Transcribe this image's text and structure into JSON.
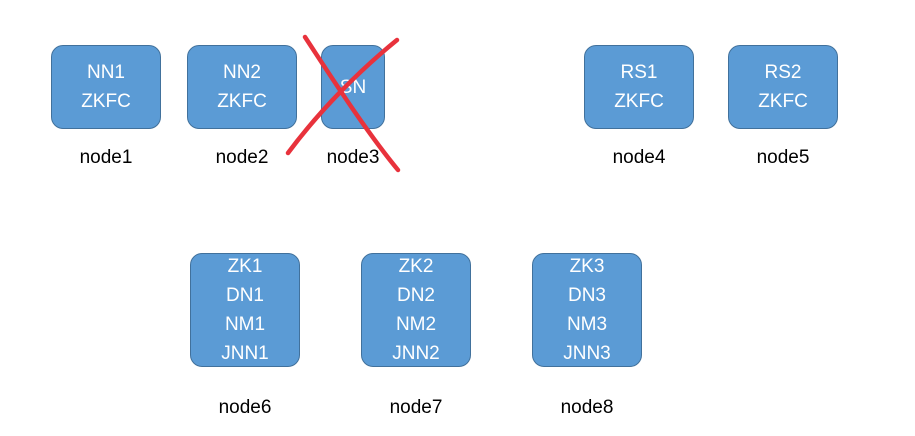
{
  "top_row": [
    {
      "label": "node1",
      "lines": [
        "NN1",
        "ZKFC"
      ]
    },
    {
      "label": "node2",
      "lines": [
        "NN2",
        "ZKFC"
      ]
    },
    {
      "label": "node3",
      "lines": [
        "SN"
      ],
      "crossed_out": true
    },
    {
      "label": "node4",
      "lines": [
        "RS1",
        "ZKFC"
      ]
    },
    {
      "label": "node5",
      "lines": [
        "RS2",
        "ZKFC"
      ]
    }
  ],
  "bottom_row": [
    {
      "label": "node6",
      "lines": [
        "ZK1",
        "DN1",
        "NM1",
        "JNN1"
      ]
    },
    {
      "label": "node7",
      "lines": [
        "ZK2",
        "DN2",
        "NM2",
        "JNN2"
      ]
    },
    {
      "label": "node8",
      "lines": [
        "ZK3",
        "DN3",
        "NM3",
        "JNN3"
      ]
    }
  ],
  "colors": {
    "box_fill": "#5b9bd5",
    "box_border": "#41719c",
    "box_text": "#ffffff",
    "cross": "#e8323c"
  }
}
